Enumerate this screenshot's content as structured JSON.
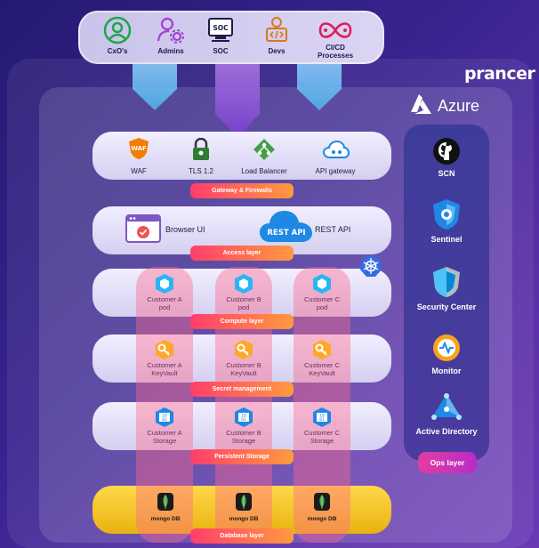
{
  "stakeholders": [
    {
      "label": "CxO's",
      "icon": "user-circle-icon"
    },
    {
      "label": "Admins",
      "icon": "admin-gear-icon"
    },
    {
      "label": "SOC",
      "icon": "soc-monitor-icon"
    },
    {
      "label": "Devs",
      "icon": "developer-icon"
    },
    {
      "label": "CI/CD\nProcesses",
      "icon": "cicd-infinity-icon"
    }
  ],
  "brand": {
    "name": "prancer"
  },
  "cloud": {
    "name": "Azure"
  },
  "layers": {
    "gateway": {
      "tag": "Gateway & Firewalls",
      "items": [
        "WAF",
        "TLS 1.2",
        "Load Balancer",
        "API gateway"
      ]
    },
    "access": {
      "tag": "Access layer",
      "items": [
        "Browser UI",
        "REST API"
      ],
      "cloud_badge": "REST API"
    },
    "compute": {
      "tag": "Compute layer",
      "items": [
        "Customer A\npod",
        "Customer B\npod",
        "Customer C\npod"
      ]
    },
    "secret": {
      "tag": "Secret management",
      "items": [
        "Customer A\nKeyVault",
        "Customer B\nKeyVault",
        "Customer C\nKeyVault"
      ]
    },
    "storage": {
      "tag": "Persistent Storage",
      "items": [
        "Customer A\nStorage",
        "Customer B\nStorage",
        "Customer C\nStorage"
      ],
      "icon_text": "10\n01"
    },
    "database": {
      "tag": "Database layer",
      "items": [
        "mongo DB",
        "mongo DB",
        "mongo DB"
      ]
    }
  },
  "ops": {
    "tag": "Ops layer",
    "items": [
      "SCN",
      "Sentinel",
      "Security Center",
      "Monitor",
      "Active Directory"
    ]
  },
  "waf_badge": "WAF",
  "soc_badge": "SOC",
  "colors": {
    "tag_gradient_start": "#ff3e6c",
    "tag_gradient_end": "#ff9a3e",
    "ops_tag": "#e23ea0",
    "database_row": "#f5c51f",
    "column_strip": "#ff698c"
  }
}
